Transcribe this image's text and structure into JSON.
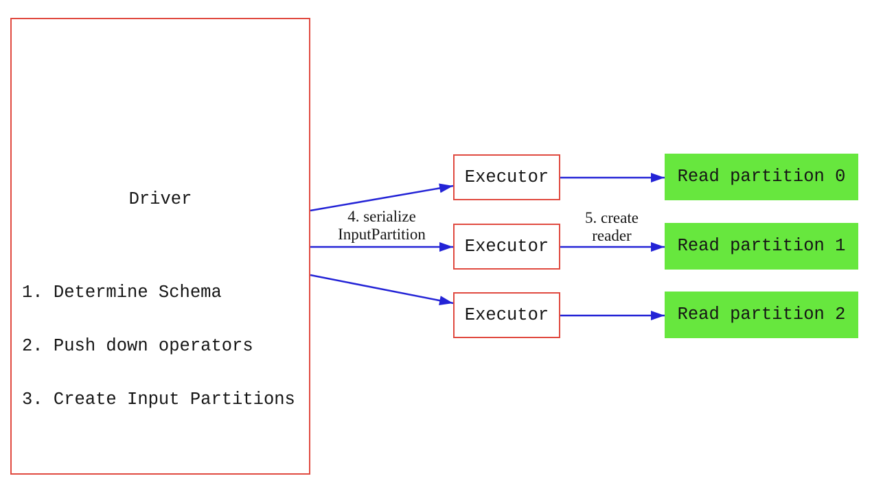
{
  "diagram": {
    "driver": {
      "title": "Driver",
      "steps": [
        "1. Determine Schema",
        "2. Push down operators",
        "3. Create Input Partitions"
      ]
    },
    "executors": [
      {
        "label": "Executor"
      },
      {
        "label": "Executor"
      },
      {
        "label": "Executor"
      }
    ],
    "partitions": [
      {
        "label": "Read partition 0"
      },
      {
        "label": "Read partition 1"
      },
      {
        "label": "Read partition 2"
      }
    ],
    "edge_labels": {
      "serialize_line1": "4. serialize",
      "serialize_line2": "InputPartition",
      "reader_line1": "5. create",
      "reader_line2": "reader"
    },
    "colors": {
      "border_red": "#e0493f",
      "arrow_blue": "#2323d6",
      "partition_green": "#67e73e",
      "text": "#151515",
      "background": "#ffffff"
    }
  }
}
